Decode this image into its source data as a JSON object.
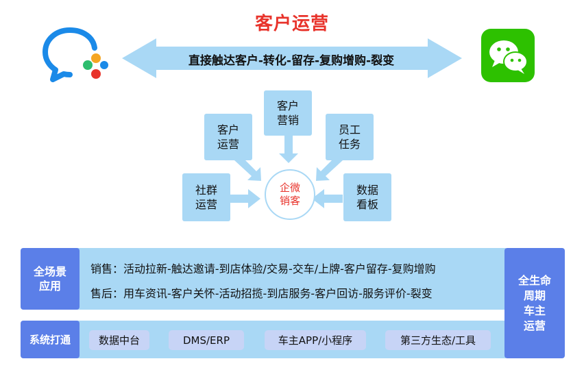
{
  "header": {
    "title": "客户运营",
    "arrow_text": "直接触达客户-转化-留存-复购增购-裂变"
  },
  "colors": {
    "accent_red": "#e8332b",
    "light_blue": "#a9d8f5",
    "dark_blue": "#5b7fe8",
    "chip_bg": "#c7d4f6",
    "wechat_green": "#2dc100"
  },
  "icons": {
    "left": "wecom-icon",
    "right": "wechat-icon"
  },
  "hub": {
    "center": "企微\n销客",
    "nodes": [
      {
        "label": "客户\n运营"
      },
      {
        "label": "客户\n营销"
      },
      {
        "label": "员工\n任务"
      },
      {
        "label": "社群\n运营"
      },
      {
        "label": "数据\n看板"
      }
    ]
  },
  "scenes": {
    "label": "全场景\n应用",
    "lines": [
      "销售：活动拉新-触达邀请-到店体验/交易-交车/上牌-客户留存-复购增购",
      "售后：用车资讯-客户关怀-活动招揽-到店服务-客户回访-服务评价-裂变"
    ]
  },
  "systems": {
    "label": "系统打通",
    "items": [
      "数据中台",
      "DMS/ERP",
      "车主APP/小程序",
      "第三方生态/工具"
    ]
  },
  "lifecycle": {
    "label": "全生命\n周期\n车主\n运营"
  }
}
